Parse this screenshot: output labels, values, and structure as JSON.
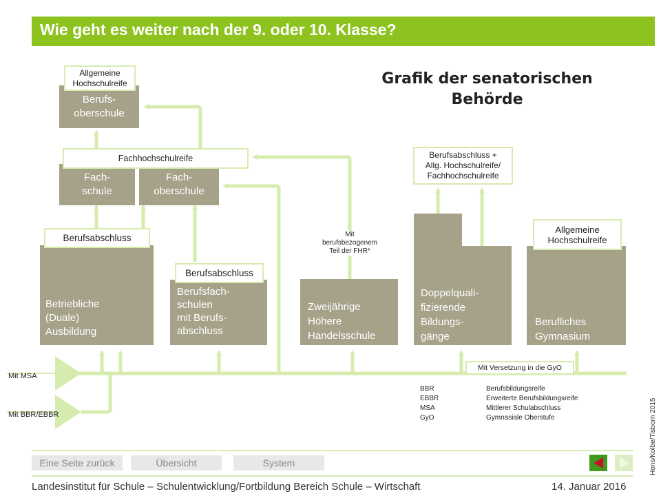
{
  "header": {
    "title": "Wie geht es weiter nach der 9. oder 10. Klasse?"
  },
  "subtitle": "Grafik der senatorischen Behörde",
  "boxes": {
    "berufsoberschule": "Berufs-\noberschule",
    "fachschule": "Fach-\nschule",
    "fachoberschule": "Fach-\noberschule",
    "betriebliche": "Betriebliche\n(Duale)\nAusbildung",
    "berufsfachschulen": "Berufsfach-\nschulen\nmit Berufs-\nabschluss",
    "handelsschule": "Zweijährige\nHöhere\nHandelsschule",
    "doppelquali": "Doppelquali-\nfizierende\nBildungs-\ngänge",
    "gymnasium": "Berufliches\nGymnasium"
  },
  "labels": {
    "allg_hochschulreife_top": "Allgemeine\nHochschulreife",
    "fachhochschulreife": "Fachhochschulreife",
    "berufsabschluss_left": "Berufsabschluss",
    "berufsabschluss_mid": "Berufsabschluss",
    "mit_berufsbezogen": "Mit\nberufsbezogenem\nTeil der FHR*",
    "berufsabschluss_plus": "Berufsabschluss +\nAllg. Hochschulreife/\nFachhochschulreife",
    "allg_hochschulreife_right": "Allgemeine\nHochschulreife",
    "mit_versetzung": "Mit Versetzung in die GyO"
  },
  "entries": {
    "msa": "Mit MSA",
    "bbr": "Mit BBR/EBBR"
  },
  "legend": [
    {
      "abbr": "BBR",
      "text": "Berufsbildungsreife"
    },
    {
      "abbr": "EBBR",
      "text": "Erweiterte Berufsbildungsreife"
    },
    {
      "abbr": "MSA",
      "text": "Mittlerer Schulabschluss"
    },
    {
      "abbr": "GyO",
      "text": "Gymnasiale Oberstufe"
    }
  ],
  "nav": {
    "back": "Eine Seite zurück",
    "overview": "Übersicht",
    "system": "System"
  },
  "footer": {
    "institute": "Landesinstitut für Schule – Schulentwicklung/Fortbildung Bereich Schule – Wirtschaft",
    "date": "14. Januar 2016",
    "credit": "Hons/Kolbe/Tisborn 2015"
  },
  "colors": {
    "accent": "#8dc21f",
    "box": "#a6a189",
    "line": "#d6ecae",
    "arrow_nav": "#3f9a1e"
  }
}
